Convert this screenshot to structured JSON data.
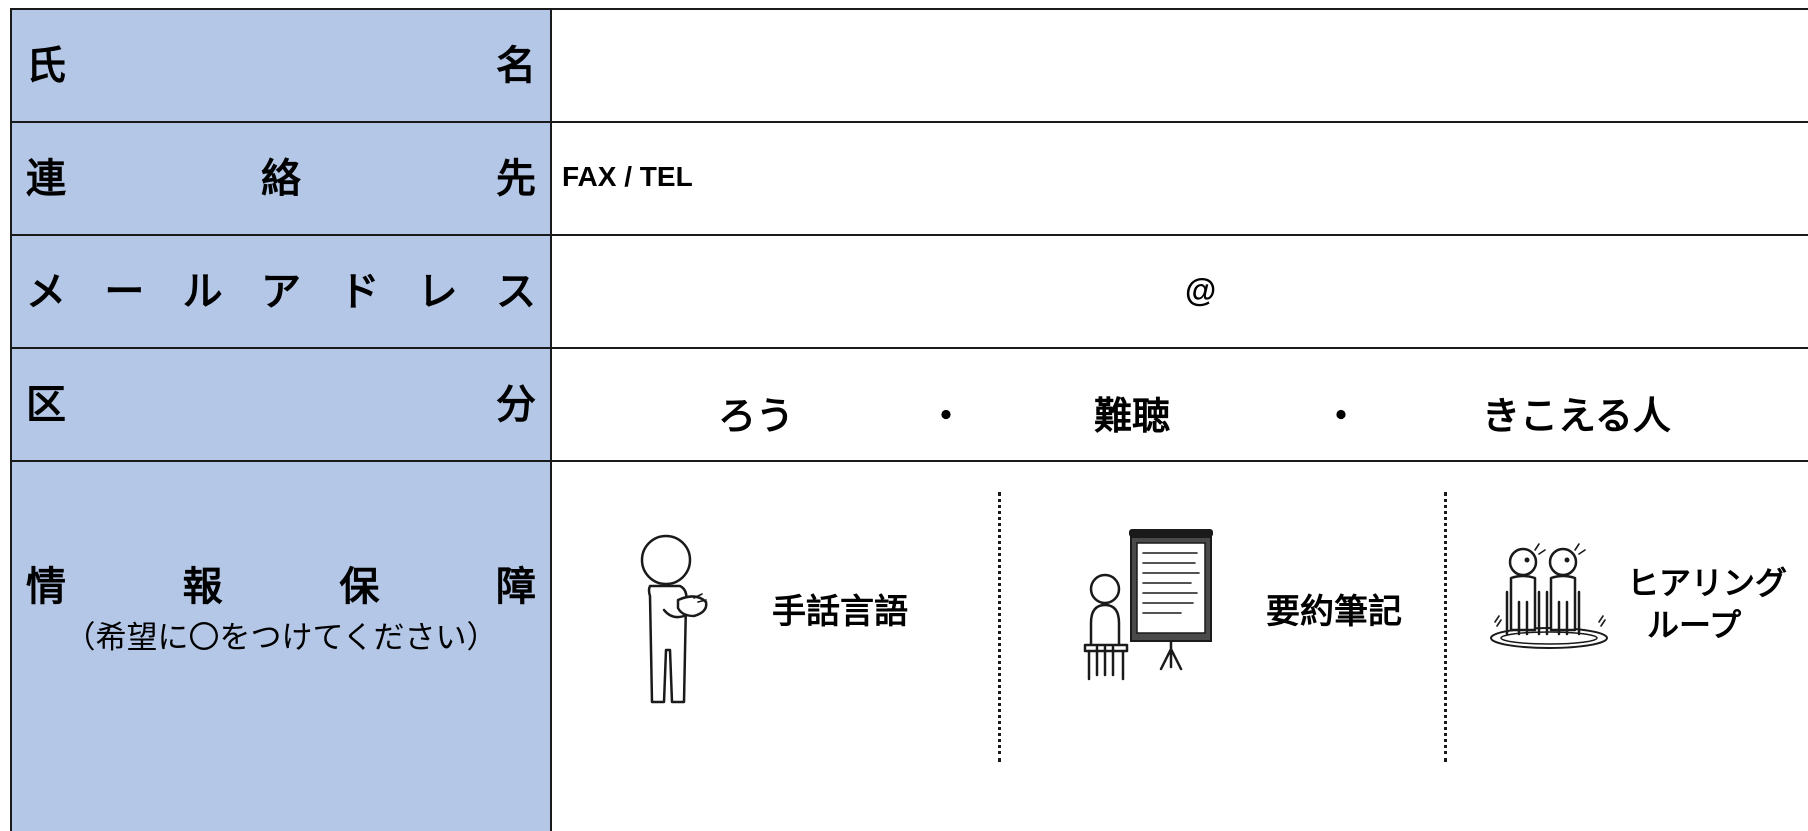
{
  "rows": {
    "name": {
      "label_chars": [
        "氏",
        "名"
      ],
      "value": ""
    },
    "contact": {
      "label_chars": [
        "連",
        "絡",
        "先"
      ],
      "value": "FAX / TEL"
    },
    "email": {
      "label_chars": [
        "メ",
        "ー",
        "ル",
        "ア",
        "ド",
        "レ",
        "ス"
      ],
      "value": "@"
    },
    "category": {
      "label_chars": [
        "区",
        "分"
      ],
      "options": [
        "ろう",
        "難聴",
        "きこえる人"
      ],
      "separator": "・"
    },
    "info": {
      "label_chars": [
        "情",
        "報",
        "保",
        "障"
      ],
      "note": "（希望に〇をつけてください）",
      "items": [
        {
          "icon": "sign-language-person-icon",
          "label_lines": [
            "手話言語"
          ]
        },
        {
          "icon": "summary-writing-screen-icon",
          "label_lines": [
            "要約筆記"
          ]
        },
        {
          "icon": "hearing-loop-people-icon",
          "label_lines": [
            "ヒアリング",
            "ループ"
          ]
        }
      ]
    }
  },
  "colors": {
    "label_bg": "#b4c7e7",
    "border": "#1a1a1a"
  }
}
